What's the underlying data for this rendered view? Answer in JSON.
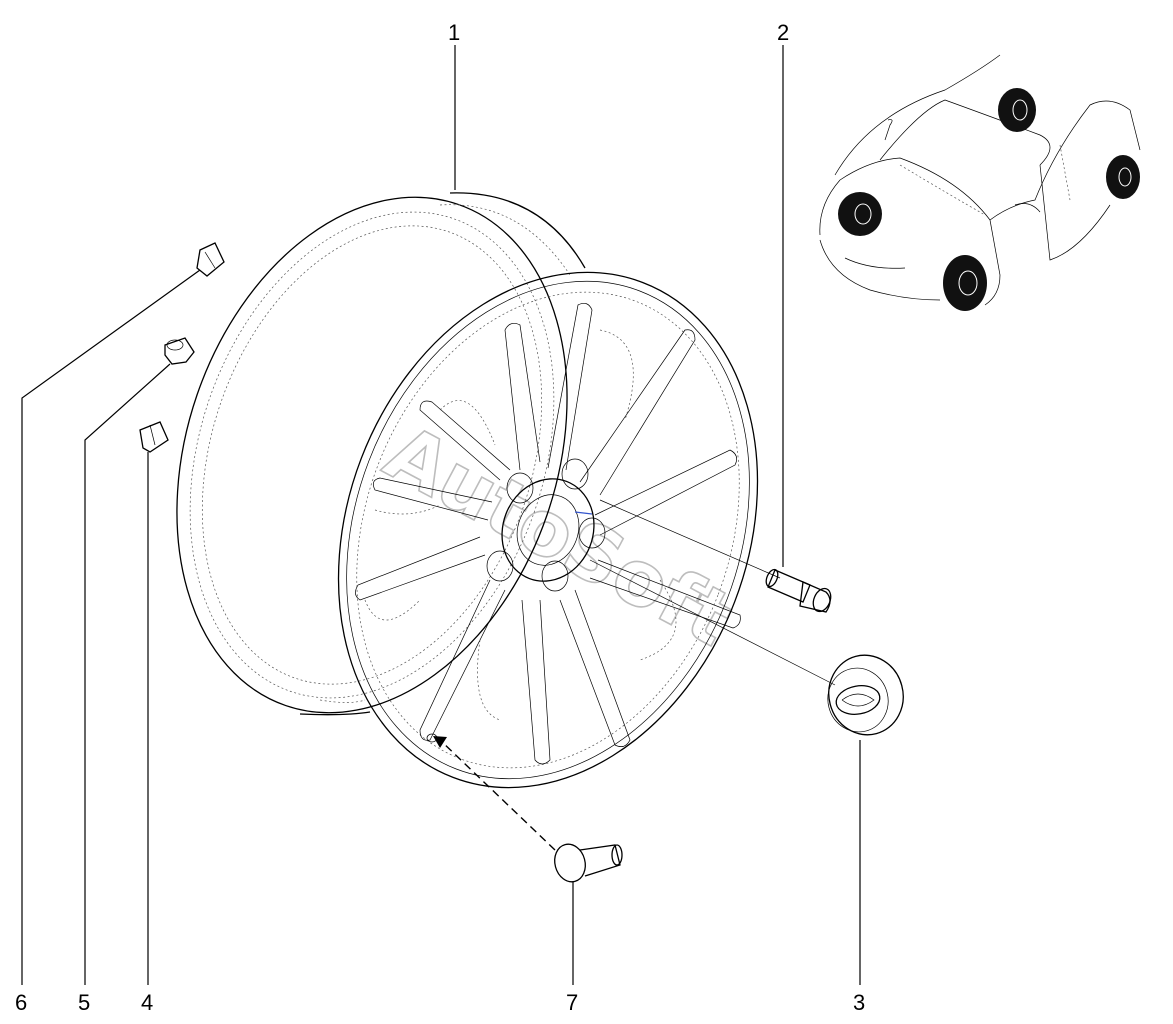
{
  "callouts": [
    {
      "id": "1",
      "label": "1"
    },
    {
      "id": "2",
      "label": "2"
    },
    {
      "id": "3",
      "label": "3"
    },
    {
      "id": "4",
      "label": "4"
    },
    {
      "id": "5",
      "label": "5"
    },
    {
      "id": "6",
      "label": "6"
    },
    {
      "id": "7",
      "label": "7"
    }
  ],
  "watermark": "AutoSoft",
  "colors": {
    "line": "#000000",
    "watermark": "#bdbdbd",
    "wheel_marker": "#111111",
    "accent": "#3355cc"
  }
}
